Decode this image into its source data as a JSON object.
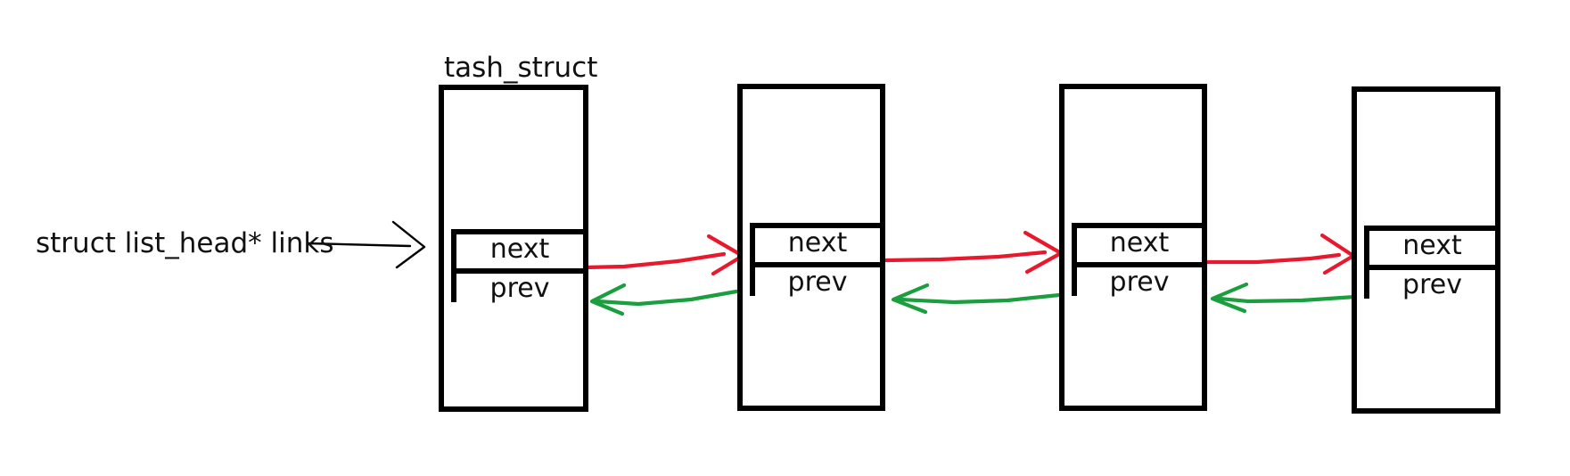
{
  "diagram": {
    "title_label": "tash_struct",
    "pointer_label": "struct list_head* links",
    "field_next": "next",
    "field_prev": "prev",
    "colors": {
      "next_arrow": "#e8192c",
      "prev_arrow": "#1a9e3e",
      "box_stroke": "#000000",
      "pointer_arrow": "#000000",
      "background": "#ffffff"
    },
    "nodes": [
      {
        "id": "node-1",
        "next": "next",
        "prev": "prev"
      },
      {
        "id": "node-2",
        "next": "next",
        "prev": "prev"
      },
      {
        "id": "node-3",
        "next": "next",
        "prev": "prev"
      },
      {
        "id": "node-4",
        "next": "next",
        "prev": "prev"
      }
    ]
  }
}
